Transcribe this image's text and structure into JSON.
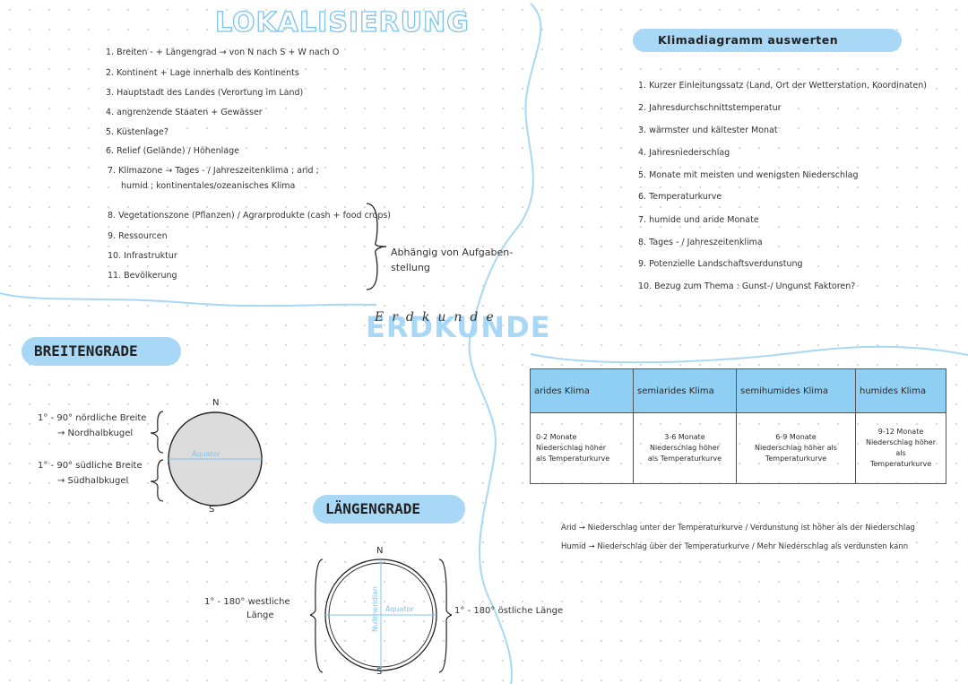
{
  "lokalisierung": {
    "title": "LOKALISIERUNG",
    "items": [
      "1. Breiten - + Längengrad → von N nach S  + W nach O",
      "2. Kontinent + Lage innerhalb des Kontinents",
      "3. Hauptstadt des Landes (Verortung im Land)",
      "4. angrenzende Staaten + Gewässer",
      "5. Küstenlage?",
      "6. Relief (Gelände) / Höhenlage",
      "7. Klimazone → Tages - / Jahreszeitenklima ; arid ;",
      "humid ; kontinentales/ozeanisches Klima",
      "8. Vegetationszone (Pflanzen) / Agrarprodukte (cash + food crops)",
      "9. Ressourcen",
      "10. Infrastruktur",
      "11. Bevölkerung"
    ],
    "brace_note_line1": "Abhängig von Aufgaben-",
    "brace_note_line2": "stellung"
  },
  "klimadiagramm": {
    "title": "Klimadiagramm auswerten",
    "items": [
      "1. Kurzer Einleitungssatz (Land, Ort der Wetterstation, Koordinaten)",
      "2. Jahresdurchschnittstemperatur",
      "3. wärmster und kältester Monat",
      "4. Jahresniederschlag",
      "5. Monate mit meisten und wenigsten Niederschlag",
      "6. Temperaturkurve",
      "7. humide und aride Monate",
      "8. Tages - / Jahreszeitenklima",
      "9. Potenzielle Landschaftsverdunstung",
      "10. Bezug zum Thema  :  Gunst-/ Ungunst Faktoren?"
    ]
  },
  "center": {
    "script_word": "Erdkunde",
    "title": "ERDKUNDE"
  },
  "breitengrade": {
    "title": "BREITENGRADE",
    "north_line1": "1° - 90° nördliche Breite",
    "north_line2": "→ Nordhalbkugel",
    "south_line1": "1° - 90° südliche Breite",
    "south_line2": "→ Südhalbkugel",
    "n_label": "N",
    "s_label": "S",
    "equator": "Äquator"
  },
  "laengengrade": {
    "title": "LÄNGENGRADE",
    "west_line1": "1° - 180° westliche",
    "west_line2": "Länge",
    "east": "1° - 180° östliche Länge",
    "n_label": "N",
    "s_label": "S",
    "equator": "Äquator",
    "meridian": "Nullmeridian"
  },
  "klima_table": {
    "headers": [
      "arides Klima",
      "semiarides Klima",
      "semihumides Klima",
      "humides Klima"
    ],
    "cells": [
      [
        "0-2 Monate",
        "Niederschlag höher",
        "als Temperaturkurve"
      ],
      [
        "3-6 Monate",
        "Niederschlag höher",
        "als Temperaturkurve"
      ],
      [
        "6-9 Monate",
        "Niederschlag höher als",
        "Temperaturkurve"
      ],
      [
        "9-12 Monate",
        "Niederschlag höher als",
        "Temperaturkurve"
      ]
    ]
  },
  "definitions": {
    "arid": "Arid → Niederschlag unter der Temperaturkurve / Verdunstung ist höher als der Niederschlag",
    "humid": "Humid → Niederschlag über der Temperaturkurve / Mehr Niederschlag als verdunsten kann"
  },
  "colors": {
    "accent": "#a8d8f5",
    "accent_dark": "#7cc4ee",
    "ink": "#2a2a2a"
  }
}
